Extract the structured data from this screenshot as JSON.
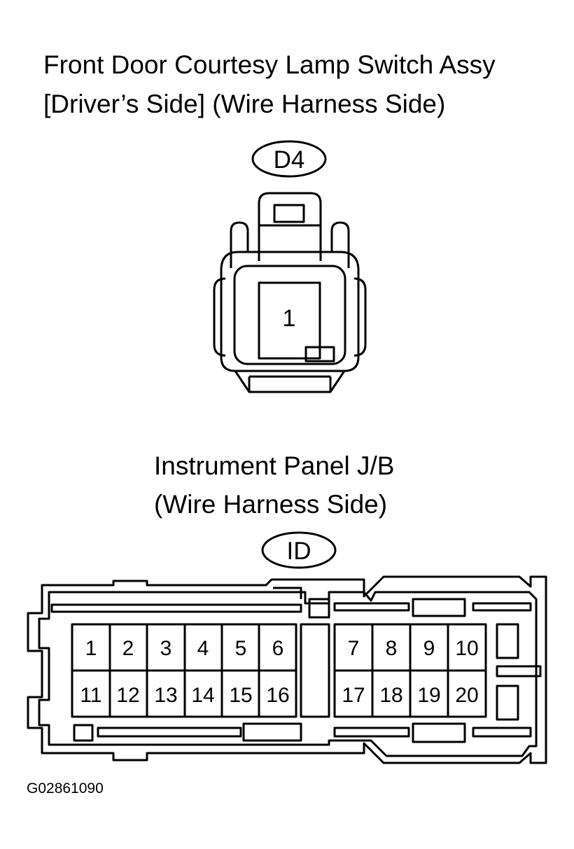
{
  "connector1": {
    "title_line1": "Front Door Courtesy Lamp Switch Assy",
    "title_line2": "[Driver’s Side] (Wire Harness Side)",
    "code": "D4",
    "pins": [
      "1"
    ]
  },
  "connector2": {
    "title_line1": "Instrument Panel J/B",
    "title_line2": "(Wire Harness Side)",
    "code": "ID",
    "pins_left_top": [
      "1",
      "2",
      "3",
      "4",
      "5",
      "6"
    ],
    "pins_left_bottom": [
      "11",
      "12",
      "13",
      "14",
      "15",
      "16"
    ],
    "pins_right_top": [
      "7",
      "8",
      "9",
      "10"
    ],
    "pins_right_bottom": [
      "17",
      "18",
      "19",
      "20"
    ]
  },
  "figure_id": "G02861090"
}
